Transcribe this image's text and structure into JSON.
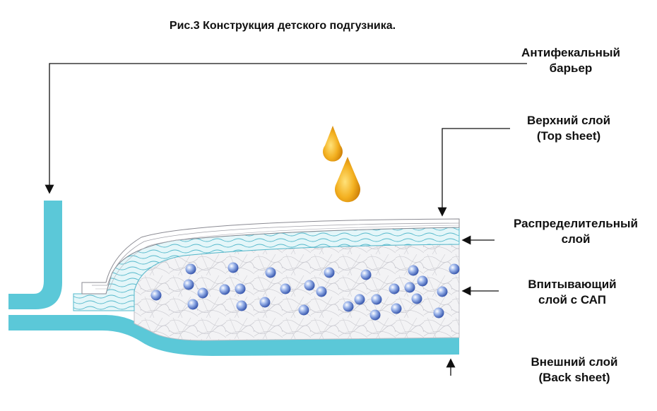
{
  "title": "Рис.3 Конструкция детского подгузника.",
  "labels": {
    "anti_fecal": {
      "line1": "Антифекальный",
      "line2": "барьер"
    },
    "top_sheet": {
      "line1": "Верхний слой",
      "line2": "(Top sheet)"
    },
    "distribution": {
      "line1": "Распределительный",
      "line2": "слой"
    },
    "absorbent": {
      "line1": "Впитывающий",
      "line2": "слой с САП"
    },
    "back_sheet": {
      "line1": "Внешний слой",
      "line2": "(Back sheet)"
    }
  },
  "colors": {
    "barrier": "#5bc8d8",
    "back_sheet": "#5bc8d8",
    "top_sheet": "#ffffff",
    "distribution": "#dff4f7",
    "absorbent": "#f2f2f4",
    "sap_beads": "#6f8fd6",
    "droplets": "#f0a818",
    "arrows": "#111111"
  }
}
